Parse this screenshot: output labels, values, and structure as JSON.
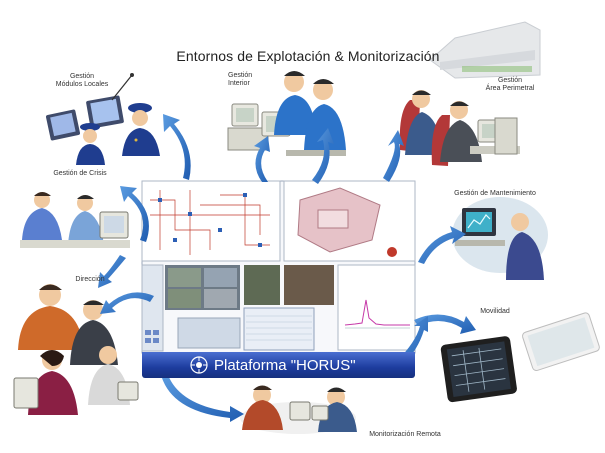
{
  "title": "Entornos de Explotación & Monitorización",
  "platform": {
    "name": "Plataforma \"HORUS\""
  },
  "nodes": [
    {
      "id": "modulos",
      "label": "Gestión\nMódulos Locales"
    },
    {
      "id": "interior",
      "label": "Gestión\nInterior"
    },
    {
      "id": "perimetral",
      "label": "Gestión\nÁrea Perimetral"
    },
    {
      "id": "crisis",
      "label": "Gestión de Crisis"
    },
    {
      "id": "mantenimiento",
      "label": "Gestión de Mantenimiento"
    },
    {
      "id": "direccion",
      "label": "Dirección"
    },
    {
      "id": "movilidad",
      "label": "Movilidad"
    },
    {
      "id": "remota",
      "label": "Monitorización Remota"
    }
  ],
  "colors": {
    "arrow": "#2f6fc4",
    "platform_bar": "#1d3c9e",
    "uniform": "#1f3d8f",
    "skin": "#f0c9a0"
  }
}
